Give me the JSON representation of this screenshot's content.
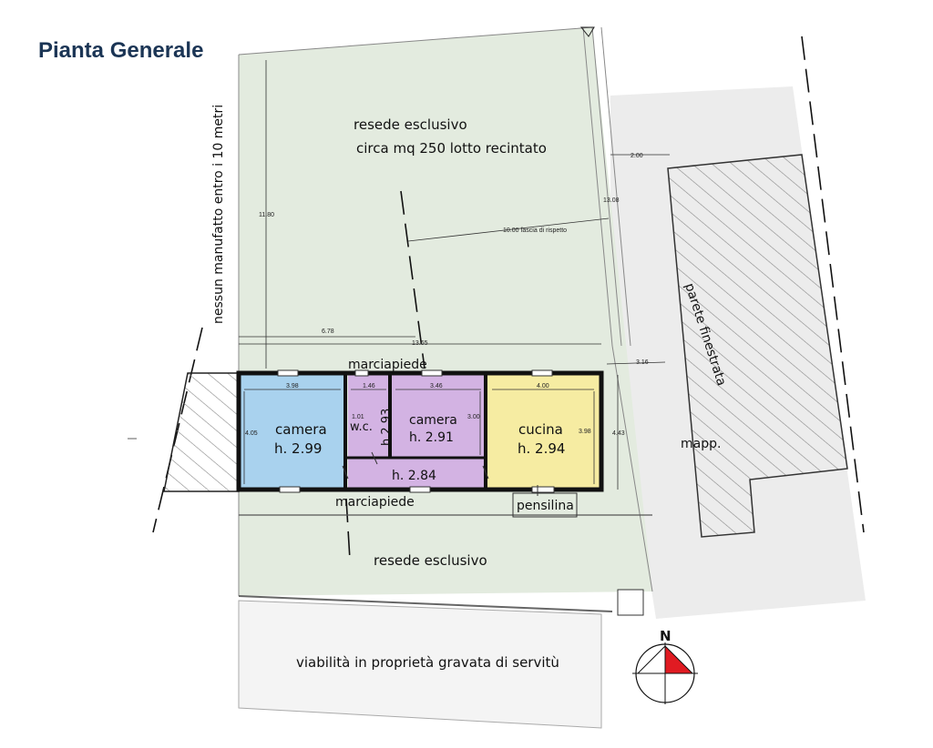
{
  "title": "Pianta Generale",
  "labels": {
    "resede_top_1": "resede esclusivo",
    "resede_top_2": "circa mq 250 lotto recintato",
    "vertical_note": "nessun manufatto entro i 10 metri",
    "marciapiede_top": "marciapiede",
    "marciapiede_bottom": "marciapiede",
    "resede_bottom": "resede esclusivo",
    "viabilita": "viabilità in proprietà gravata di servitù",
    "parete": "parete finestrata",
    "mapp": "mapp.",
    "pensilina": "pensilina",
    "north": "N"
  },
  "rooms": [
    {
      "name": "camera",
      "height": "h. 2.99",
      "color": "#a9d2ee"
    },
    {
      "name": "w.c.",
      "height": "h.2.93",
      "color": "#d3b3e3"
    },
    {
      "name": "camera",
      "height": "h. 2.91",
      "color": "#d3b3e3"
    },
    {
      "name": "cucina",
      "height": "h. 2.94",
      "color": "#f6eca2"
    },
    {
      "name": "",
      "height": "h. 2.84",
      "color": "#d3b3e3"
    }
  ],
  "dimensions": {
    "d_1180": "11.80",
    "d_678": "6.78",
    "d_1365": "13.65",
    "d_200": "2.00",
    "d_1308": "13.08",
    "d_fascia": "10.00 fascia di rispetto",
    "d_316": "3.16",
    "d_398": "3.98",
    "d_146": "1.46",
    "d_346": "3.46",
    "d_400": "4.00",
    "d_405": "4.05",
    "d_101": "1.01",
    "d_300": "3.00",
    "d_398b": "3.98",
    "d_443": "4.43"
  },
  "colors": {
    "lot": "#e3ebdf",
    "neighbor_area": "#ececec",
    "hatch": "#888888",
    "wall": "#111111",
    "title": "#1b3555",
    "compass_red": "#e01b22"
  }
}
